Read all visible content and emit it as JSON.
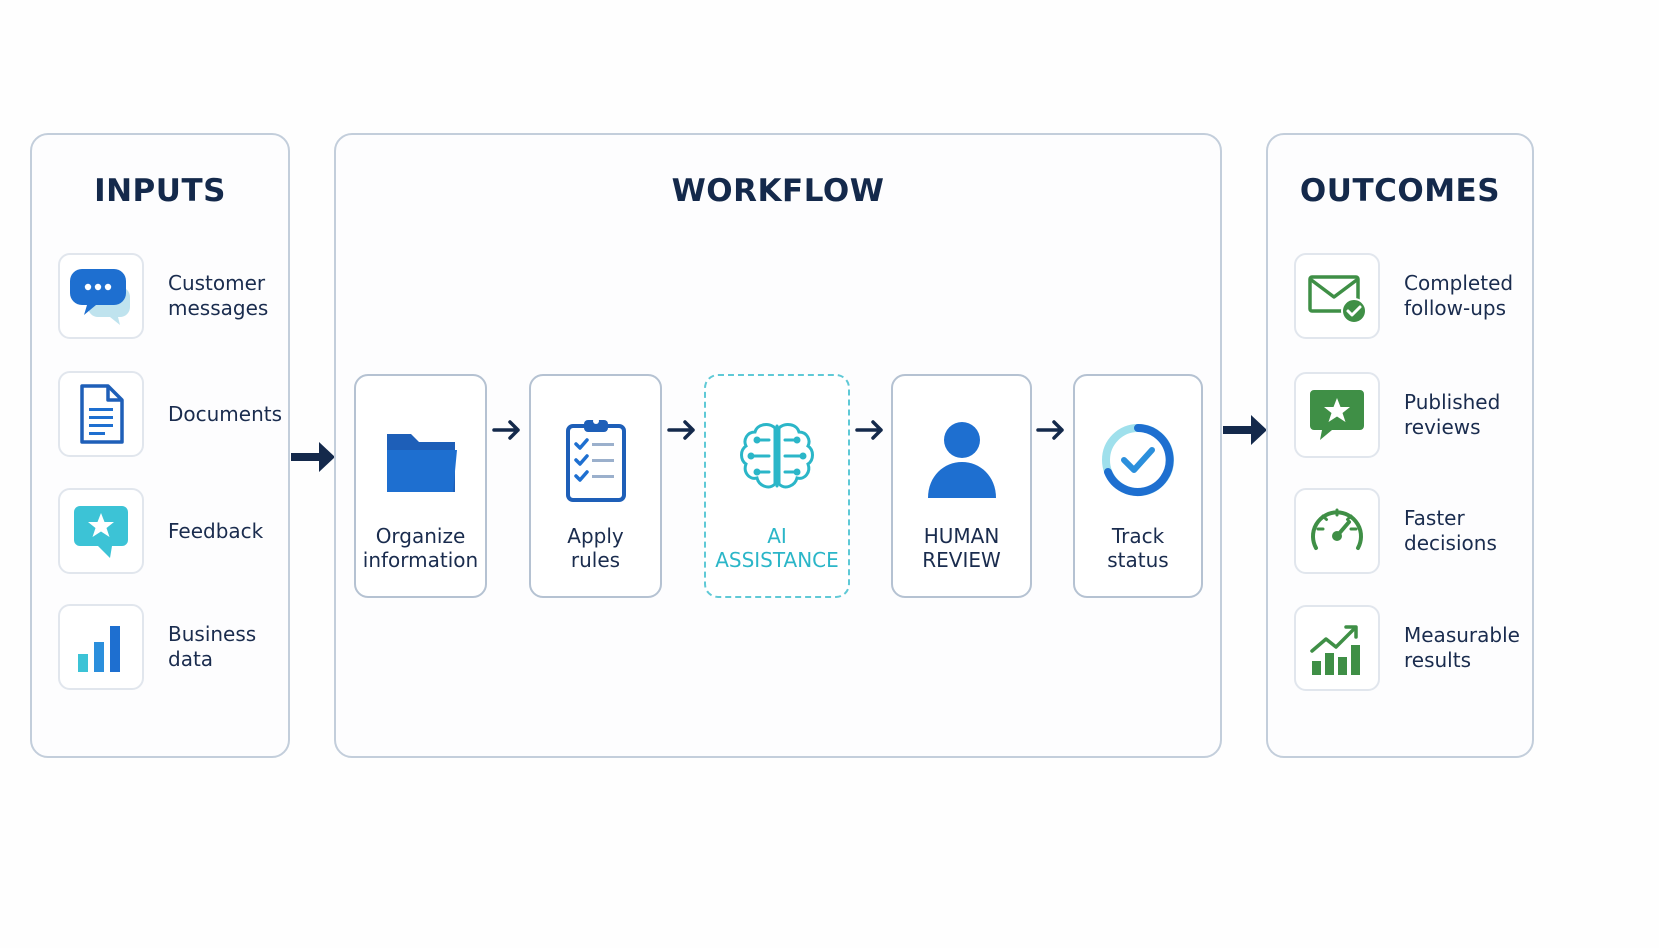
{
  "inputs": {
    "title": "INPUTS",
    "items": [
      {
        "icon": "chat-bubble-icon",
        "line1": "Customer",
        "line2": "messages"
      },
      {
        "icon": "document-icon",
        "line1": "Documents",
        "line2": ""
      },
      {
        "icon": "star-feedback-icon",
        "line1": "Feedback",
        "line2": ""
      },
      {
        "icon": "bar-chart-icon",
        "line1": "Business",
        "line2": "data"
      }
    ]
  },
  "workflow": {
    "title": "WORKFLOW",
    "steps": [
      {
        "icon": "folder-icon",
        "line1": "Organize",
        "line2": "information"
      },
      {
        "icon": "clipboard-checklist-icon",
        "line1": "Apply",
        "line2": "rules"
      },
      {
        "icon": "ai-brain-icon",
        "line1": "AI",
        "line2": "ASSISTANCE"
      },
      {
        "icon": "person-icon",
        "line1": "HUMAN",
        "line2": "REVIEW"
      },
      {
        "icon": "check-circle-icon",
        "line1": "Track",
        "line2": "status"
      }
    ]
  },
  "outcomes": {
    "title": "OUTCOMES",
    "items": [
      {
        "icon": "envelope-check-icon",
        "line1": "Completed",
        "line2": "follow-ups"
      },
      {
        "icon": "star-review-icon",
        "line1": "Published",
        "line2": "reviews"
      },
      {
        "icon": "speedometer-icon",
        "line1": "Faster",
        "line2": "decisions"
      },
      {
        "icon": "growth-chart-icon",
        "line1": "Measurable",
        "line2": "results"
      }
    ]
  },
  "colors": {
    "navy": "#14294b",
    "blue": "#1e6fd0",
    "cyan": "#2bb6c8",
    "green": "#3f8f46",
    "border": "#c3cedb"
  }
}
